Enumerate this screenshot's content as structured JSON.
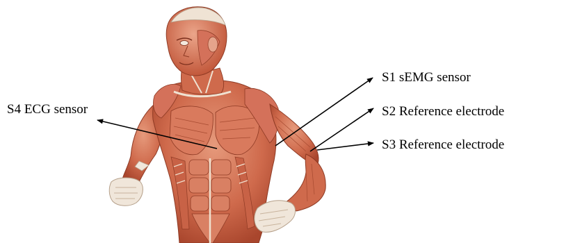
{
  "figure": {
    "labels": {
      "s1": "S1 sEMG sensor",
      "s2": "S2 Reference electrode",
      "s3": "S3 Reference electrode",
      "s4": "S4 ECG sensor"
    },
    "colors": {
      "background": "#ffffff",
      "muscle": "#cf6a4c",
      "muscle_light": "#e89d80",
      "muscle_dark": "#9e3d25",
      "tendon": "#efe2d2",
      "arrow": "#000000",
      "text": "#000000"
    },
    "image": {
      "subject": "anatomical-muscular-figure-running",
      "icon": "human-muscle-anatomy"
    }
  }
}
